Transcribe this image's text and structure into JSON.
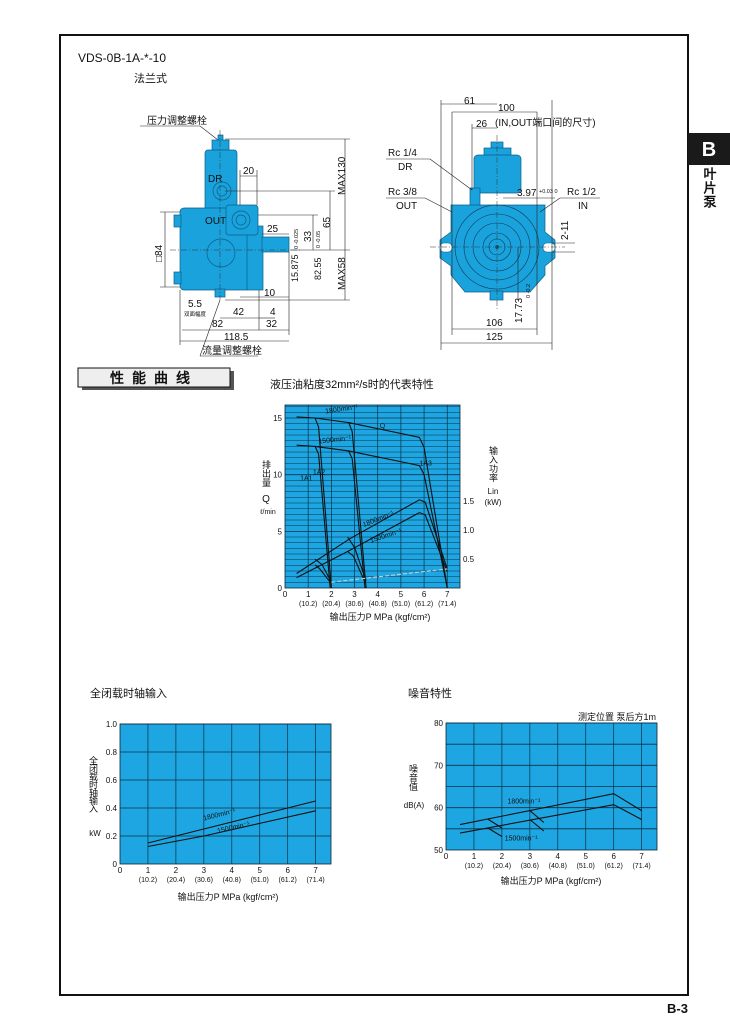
{
  "header": {
    "model": "VDS-0B-1A-*-10",
    "mount_type": "法兰式"
  },
  "side_tab": {
    "letter": "B",
    "category": "叶片泵"
  },
  "page_number": "B-3",
  "colors": {
    "pump_blue": "#1aa2dc",
    "chart_blue": "#1ea6e2",
    "ink": "#111111"
  },
  "side_view": {
    "pressure_adjust_bolt": "压力调整螺栓",
    "flow_adjust_bolt": "流量调整螺栓",
    "port_dr": "DR",
    "port_out": "OUT",
    "dims": {
      "d20": "20",
      "d25": "25",
      "d33": "33",
      "d33_tol": "0 -0.05",
      "d65": "65",
      "max130": "MAX130",
      "max58": "MAX58",
      "d15875": "15.875",
      "d15875_tol": "0 -0.025",
      "d8255": "82.55",
      "sq84": "□84",
      "d55": "5.5",
      "width_across_flats": "双面幅度",
      "d42": "42",
      "d4": "4",
      "d10": "10",
      "d82": "82",
      "d32": "32",
      "d1185": "118.5"
    }
  },
  "front_view": {
    "d61": "61",
    "d100": "100",
    "d26": "26",
    "port_distance_note": "(IN,OUT端口间的尺寸)",
    "dr_thread": "Rc 1/4",
    "dr_label": "DR",
    "out_thread": "Rc 3/8",
    "out_label": "OUT",
    "in_thread": "Rc 1/2",
    "in_label": "IN",
    "d397": "3.97",
    "d397_tol": "+0.03 0",
    "d211": "2-11",
    "d106": "106",
    "d125": "125",
    "d1773": "17.73",
    "d1773_tol": "0 -0.2"
  },
  "section": {
    "title": "性能曲线"
  },
  "chart_data": [
    {
      "type": "line",
      "title": "液压油粘度32mm²/s时的代表特性",
      "xlabel": "输出压力P  MPa (kgf/cm²)",
      "x_ticks": [
        "0",
        "1",
        "2",
        "3",
        "4",
        "5",
        "6",
        "7"
      ],
      "x_ticks_secondary": [
        "",
        "(10.2)",
        "(20.4)",
        "(30.6)",
        "(40.8)",
        "(51.0)",
        "(61.2)",
        "(71.4)"
      ],
      "xlim": [
        0,
        7.55
      ],
      "ylabel": "排出量",
      "ylabel_symbol": "Q",
      "yunit": "ℓ/min",
      "y_ticks": [
        "0",
        "5",
        "10",
        "15"
      ],
      "ylim": [
        0,
        16
      ],
      "y2label": "输入功率",
      "y2label_symbol": "Lin",
      "y2unit": "(kW)",
      "y2_ticks": [
        "0.5",
        "1.0",
        "1.5"
      ],
      "annotations": [
        "1800min⁻¹",
        "1500min⁻¹",
        "Q",
        "1A1",
        "1A2",
        "1A3",
        "1800min⁻¹",
        "1500min⁻¹"
      ],
      "series": [
        {
          "name": "Q 1A1 1800min⁻¹",
          "axis": "y",
          "points": [
            [
              0.5,
              15.1
            ],
            [
              1.3,
              15.0
            ],
            [
              1.45,
              14.2
            ],
            [
              2.0,
              0
            ]
          ]
        },
        {
          "name": "Q 1A1 1500min⁻¹",
          "axis": "y",
          "points": [
            [
              0.5,
              12.6
            ],
            [
              1.3,
              12.5
            ],
            [
              1.45,
              11.8
            ],
            [
              1.95,
              0
            ]
          ]
        },
        {
          "name": "Q 1A2 1800min⁻¹",
          "axis": "y",
          "points": [
            [
              1.3,
              15.0
            ],
            [
              2.75,
              14.6
            ],
            [
              2.9,
              13.8
            ],
            [
              3.5,
              0
            ]
          ]
        },
        {
          "name": "Q 1A2 1500min⁻¹",
          "axis": "y",
          "points": [
            [
              1.3,
              12.5
            ],
            [
              2.75,
              12.1
            ],
            [
              2.9,
              11.4
            ],
            [
              3.45,
              0
            ]
          ]
        },
        {
          "name": "Q 1A3 1800min⁻¹",
          "axis": "y",
          "points": [
            [
              2.75,
              14.6
            ],
            [
              5.8,
              13.3
            ],
            [
              6.0,
              12.4
            ],
            [
              7.0,
              0
            ]
          ]
        },
        {
          "name": "Q 1A3 1500min⁻¹",
          "axis": "y",
          "points": [
            [
              2.75,
              12.1
            ],
            [
              5.8,
              10.8
            ],
            [
              6.0,
              10.0
            ],
            [
              7.0,
              0
            ]
          ]
        },
        {
          "name": "Lin 1800min⁻¹",
          "axis": "y2",
          "points": [
            [
              0.5,
              0.25
            ],
            [
              2.8,
              0.85
            ],
            [
              5.8,
              1.52
            ],
            [
              6.05,
              1.48
            ],
            [
              7.0,
              0.33
            ]
          ]
        },
        {
          "name": "Lin 1500min⁻¹",
          "axis": "y2",
          "points": [
            [
              0.5,
              0.18
            ],
            [
              2.7,
              0.63
            ],
            [
              5.8,
              1.3
            ],
            [
              6.05,
              1.26
            ],
            [
              7.0,
              0.28
            ]
          ]
        },
        {
          "name": "Lin 1A1 1800min⁻¹",
          "axis": "y2",
          "points": [
            [
              1.3,
              0.5
            ],
            [
              1.6,
              0.4
            ],
            [
              2.0,
              0.1
            ]
          ]
        },
        {
          "name": "Lin 1A1 1500min⁻¹",
          "axis": "y2",
          "points": [
            [
              1.3,
              0.4
            ],
            [
              1.5,
              0.33
            ],
            [
              1.95,
              0.1
            ]
          ]
        },
        {
          "name": "Lin 1A2 1800min⁻¹",
          "axis": "y2",
          "points": [
            [
              2.7,
              0.88
            ],
            [
              3.0,
              0.7
            ],
            [
              3.5,
              0.12
            ]
          ]
        },
        {
          "name": "Lin 1A2 1500min⁻¹",
          "axis": "y2",
          "points": [
            [
              2.7,
              0.63
            ],
            [
              2.95,
              0.55
            ],
            [
              3.45,
              0.1
            ]
          ]
        },
        {
          "name": "Lin dead-head",
          "axis": "y2",
          "dashed": true,
          "points": [
            [
              2.0,
              0.1
            ],
            [
              7.0,
              0.33
            ]
          ]
        }
      ]
    },
    {
      "type": "line",
      "title": "全闭载时轴输入",
      "xlabel": "输出压力P  MPa (kgf/cm²)",
      "x_ticks": [
        "0",
        "1",
        "2",
        "3",
        "4",
        "5",
        "6",
        "7"
      ],
      "x_ticks_secondary": [
        "",
        "(10.2)",
        "(20.4)",
        "(30.6)",
        "(40.8)",
        "(51.0)",
        "(61.2)",
        "(71.4)"
      ],
      "xlim": [
        0,
        7.55
      ],
      "ylabel": "全闭载时轴输入",
      "yunit": "kW",
      "y_ticks": [
        "0",
        "0.2",
        "0.4",
        "0.6",
        "0.8",
        "1.0"
      ],
      "ylim": [
        0,
        1.0
      ],
      "annotations": [
        "1800min⁻¹",
        "1500min⁻¹"
      ],
      "series": [
        {
          "name": "1800min⁻¹",
          "points": [
            [
              1,
              0.15
            ],
            [
              3,
              0.25
            ],
            [
              5,
              0.35
            ],
            [
              7,
              0.45
            ]
          ]
        },
        {
          "name": "1500min⁻¹",
          "points": [
            [
              1,
              0.125
            ],
            [
              3,
              0.2
            ],
            [
              5,
              0.29
            ],
            [
              7,
              0.38
            ]
          ]
        }
      ]
    },
    {
      "type": "line",
      "title": "噪音特性",
      "note": "测定位置 泵后方1m",
      "xlabel": "输出压力P  MPa (kgf/cm²)",
      "x_ticks": [
        "0",
        "1",
        "2",
        "3",
        "4",
        "5",
        "6",
        "7"
      ],
      "x_ticks_secondary": [
        "",
        "(10.2)",
        "(20.4)",
        "(30.6)",
        "(40.8)",
        "(51.0)",
        "(61.2)",
        "(71.4)"
      ],
      "xlim": [
        0,
        7.55
      ],
      "ylabel": "噪音值",
      "yunit": "dB(A)",
      "y_ticks": [
        "50",
        "60",
        "70",
        "80"
      ],
      "ylim": [
        50,
        80
      ],
      "annotations": [
        "1800min⁻¹",
        "1500min⁻¹"
      ],
      "series": [
        {
          "name": "1800min⁻¹",
          "points": [
            [
              0.5,
              56
            ],
            [
              6,
              63.3
            ],
            [
              7,
              59.3
            ]
          ]
        },
        {
          "name": "1500min⁻¹",
          "points": [
            [
              0.5,
              54
            ],
            [
              6,
              60.7
            ],
            [
              7,
              57.2
            ]
          ]
        },
        {
          "name": "1A1 branch 1800",
          "points": [
            [
              1.5,
              57.3
            ],
            [
              2,
              55.2
            ]
          ]
        },
        {
          "name": "1A1 branch 1500",
          "points": [
            [
              1.5,
              55.2
            ],
            [
              2,
              53.2
            ]
          ]
        },
        {
          "name": "1A2 branch 1800",
          "points": [
            [
              3,
              59.3
            ],
            [
              3.5,
              56.5
            ]
          ]
        },
        {
          "name": "1A2 branch 1500",
          "points": [
            [
              3,
              57.2
            ],
            [
              3.5,
              54.5
            ]
          ]
        }
      ]
    }
  ]
}
